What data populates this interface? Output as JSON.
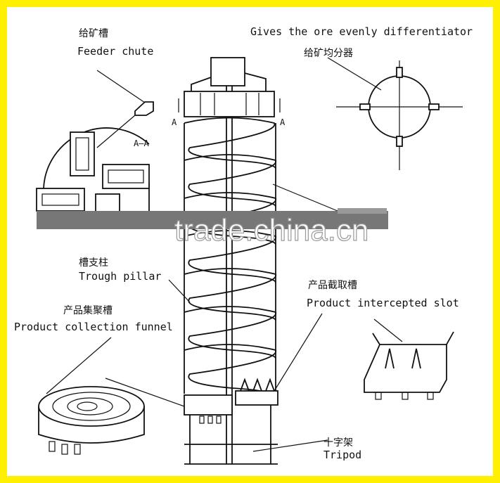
{
  "labels": {
    "feeder_cn": "给矿槽",
    "feeder_en": "Feeder chute",
    "differentiator_en": "Gives the ore evenly differentiator",
    "differentiator_cn": "给矿均分器",
    "section_left": "A",
    "section_right": "A",
    "section_aa": "A—A",
    "pillar_cn": "槽支柱",
    "pillar_en": "Trough pillar",
    "collection_cn": "产品集聚槽",
    "collection_en": "Product collection funnel",
    "intercepted_cn": "产品截取槽",
    "intercepted_en": "Product intercepted slot",
    "tripod_cn": "十字架",
    "tripod_en": "Tripod"
  },
  "watermark": "trade.china.cn",
  "colors": {
    "border": "#ffef00",
    "line": "#111111",
    "band": "#777777"
  }
}
